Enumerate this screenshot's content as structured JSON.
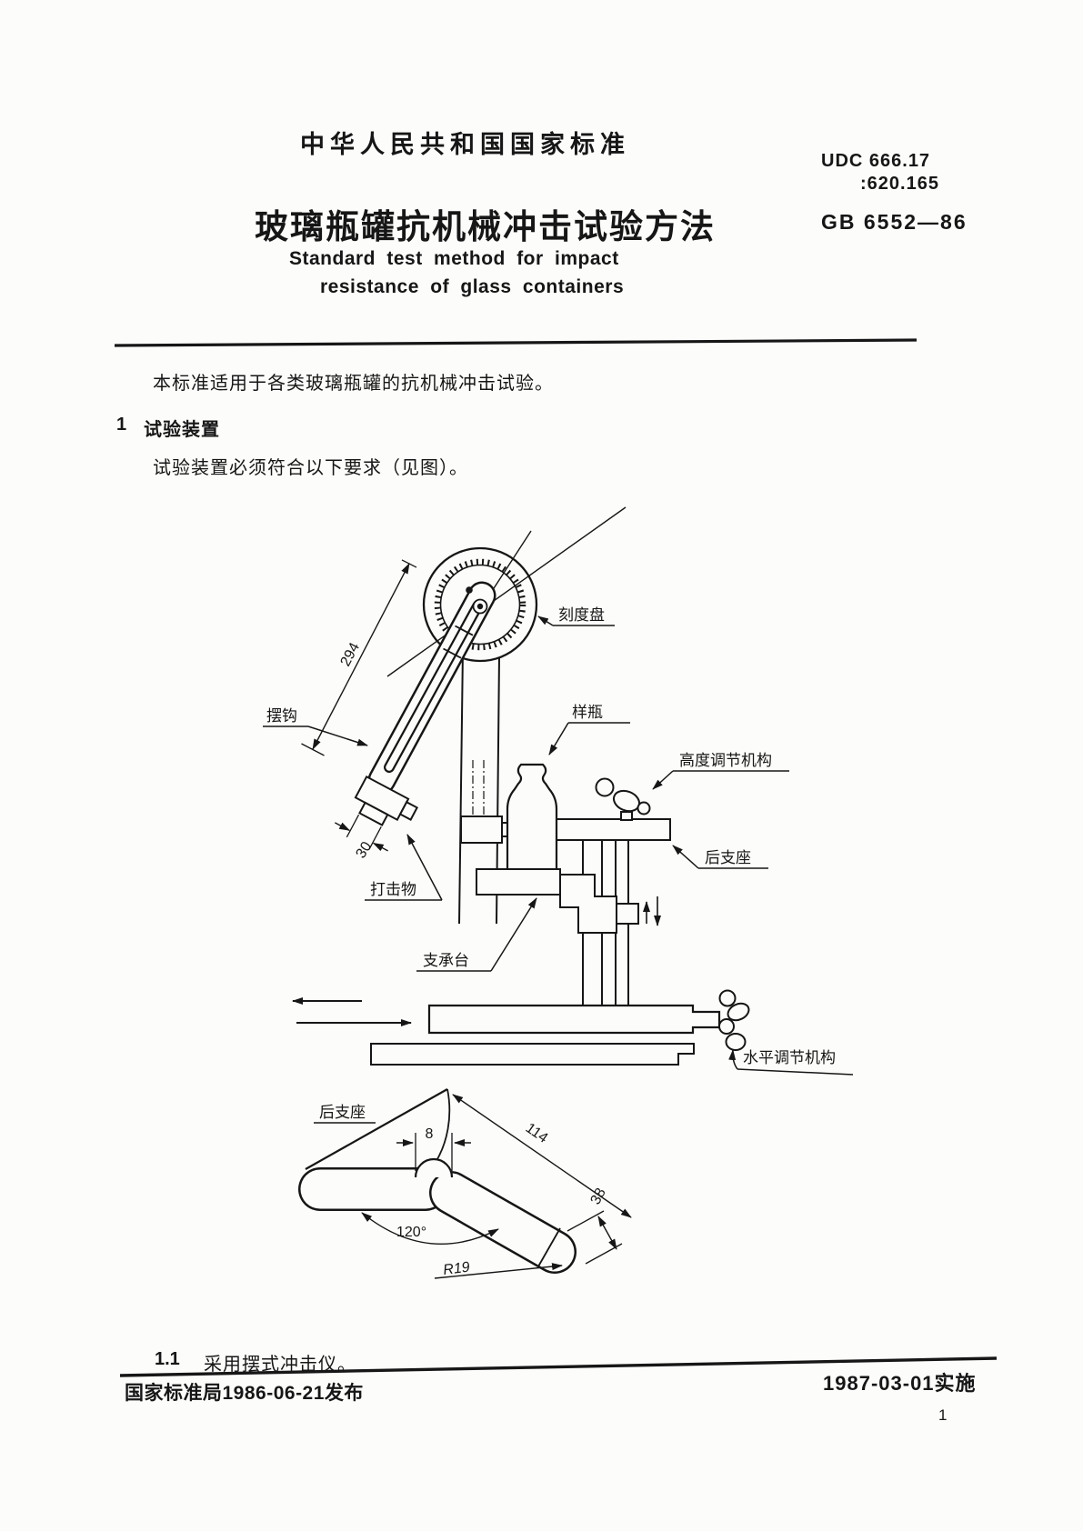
{
  "header": {
    "org_line": "中华人民共和国国家标准",
    "udc_line1": "UDC 666.17",
    "udc_line2": ":620.165",
    "title_cn": "玻璃瓶罐抗机械冲击试验方法",
    "standard_no": "GB 6552—86",
    "title_en_line1": "Standard test method for impact",
    "title_en_line2": "resistance of glass containers"
  },
  "body": {
    "scope_text": "本标准适用于各类玻璃瓶罐的抗机械冲击试验。",
    "section1_no": "1",
    "section1_title": "试验装置",
    "section1_text": "试验装置必须符合以下要求（见图）。",
    "clause_1_1_no": "1.1",
    "clause_1_1_text": "采用摆式冲击仪。"
  },
  "figure": {
    "labels": {
      "dial": "刻度盘",
      "pendulum_hook": "摆钩",
      "sample_bottle": "样瓶",
      "height_adjuster": "高度调节机构",
      "rear_support": "后支座",
      "striker": "打击物",
      "support_table": "支承台",
      "level_adjuster": "水平调节机构",
      "rear_support_detail": "后支座"
    },
    "dimensions": {
      "arm_length": "294",
      "striker_width": "30",
      "detail_gap": "8",
      "detail_length": "114",
      "detail_angle": "120°",
      "detail_radius": "R19",
      "detail_height": "38"
    }
  },
  "footer": {
    "issued": "国家标准局1986-06-21发布",
    "effective": "1987-03-01实施",
    "page_number": "1"
  }
}
